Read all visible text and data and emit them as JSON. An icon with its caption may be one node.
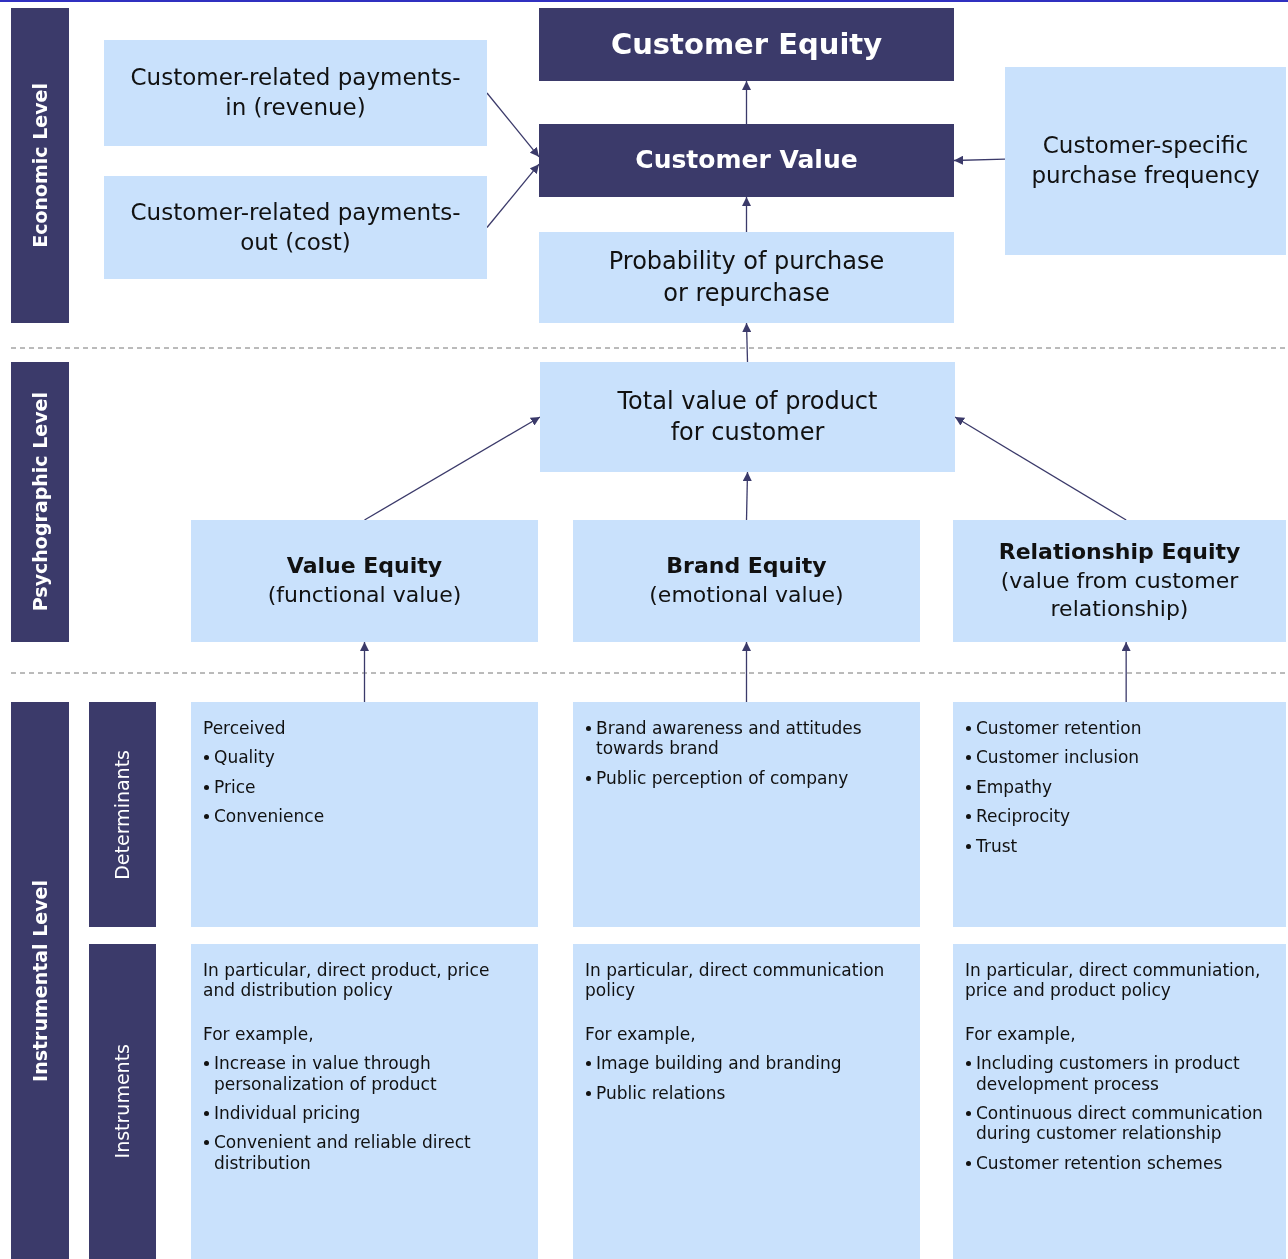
{
  "diagram": {
    "nodes": [
      {
        "text": [
          "Economic Level"
        ]
      },
      {
        "text": [
          "Psychographic Level"
        ]
      },
      {
        "text": [
          "Instrumental Level"
        ]
      },
      {
        "text": [
          "Determinants"
        ]
      },
      {
        "text": [
          "Instruments"
        ]
      },
      {
        "text": [
          "Customer Equity"
        ]
      },
      {
        "text": [
          "Customer-related payments-in (revenue)"
        ]
      },
      {
        "text": [
          "Customer Value"
        ]
      },
      {
        "text": [
          "Customer-related payments-out (cost)"
        ]
      },
      {
        "text": [
          "Customer-specific purchase frequency"
        ]
      },
      {
        "text": [
          "Probability of purchase or repurchase"
        ]
      },
      {
        "text": [
          "Total value of product for customer"
        ]
      },
      {
        "text": [
          "Value Equity",
          "(functional value)"
        ]
      },
      {
        "text": [
          "Brand Equity",
          "(emotional value)"
        ]
      },
      {
        "text": [
          "Relationship Equity",
          "(value from customer relationship)"
        ]
      },
      {
        "text": [
          "Perceived",
          "Quality",
          "Price",
          "Convenience"
        ]
      },
      {
        "text": [
          "Brand awareness and attitudes towards brand",
          "Public perception of  company"
        ]
      },
      {
        "text": [
          "Customer retention",
          "Customer inclusion",
          "Empathy",
          "Reciprocity",
          "Trust"
        ]
      },
      {
        "text": [
          "In particular, direct product, price and distribution policy",
          "For example,",
          "Increase in value through personalization of product",
          "Individual pricing",
          "Convenient and reliable direct distribution"
        ]
      },
      {
        "text": [
          "In particular, direct communication policy",
          "For example,",
          "Image building and branding",
          "Public relations"
        ]
      },
      {
        "text": [
          "In particular, direct communiation, price and product policy",
          "For example,",
          "Including customers in product development process",
          "Continuous direct communication during customer relationship",
          "Customer retention schemes"
        ]
      }
    ],
    "edges": [
      {
        "from": 7,
        "to": 5,
        "arrow": "to"
      },
      {
        "from": 6,
        "to": 7,
        "arrow": "to"
      },
      {
        "from": 8,
        "to": 7,
        "arrow": "to"
      },
      {
        "from": 9,
        "to": 7,
        "arrow": "to"
      },
      {
        "from": 10,
        "to": 7,
        "arrow": "to"
      },
      {
        "from": 11,
        "to": 10,
        "arrow": "to"
      },
      {
        "from": 12,
        "to": 11,
        "arrow": "to"
      },
      {
        "from": 13,
        "to": 11,
        "arrow": "to"
      },
      {
        "from": 14,
        "to": 11,
        "arrow": "to"
      },
      {
        "from": 15,
        "to": 12,
        "arrow": "to"
      },
      {
        "from": 16,
        "to": 13,
        "arrow": "to"
      },
      {
        "from": 17,
        "to": 14,
        "arrow": "to"
      }
    ]
  }
}
